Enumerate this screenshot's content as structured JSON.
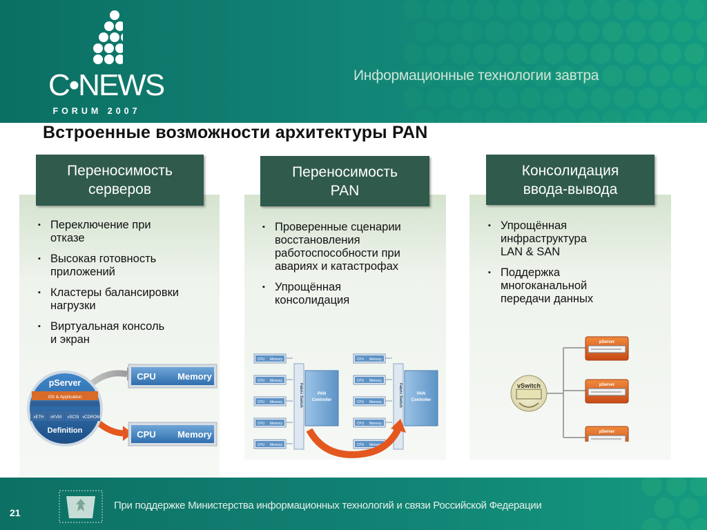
{
  "header": {
    "logo_word": "C•NEWS",
    "logo_sub": "FORUM 2007",
    "slogan": "Информационные технологии завтра"
  },
  "slide": {
    "title": "Встроенные возможности архитектуры PAN"
  },
  "columns": [
    {
      "heading": "Переносимость\nсерверов",
      "bullets": [
        "Переключение при\nотказе",
        "Высокая готовность\nприложений",
        "Кластеры балансировки\nнагрузки",
        "Виртуальная консоль\nи экран"
      ]
    },
    {
      "heading": "Переносимость\nPAN",
      "bullets": [
        "Проверенные сценарии\nвосстановления\nработоспособности при\nавариях и катастрофах",
        "Упрощённая\nконсолидация"
      ]
    },
    {
      "heading": "Консолидация\nввода-вывода",
      "bullets": [
        "Упрощённая\nинфраструктура\nLAN & SAN",
        "Поддержка\nмногоканальной\nпередачи данных"
      ]
    }
  ],
  "diagram_pserver": {
    "title": "pServer",
    "os_label": "OS & Application",
    "ports": [
      "vETH",
      "vKVM",
      "vSCSI",
      "vCDROM"
    ],
    "definition": "Definition",
    "cpu": "CPU",
    "memory": "Memory"
  },
  "diagram_pan": {
    "cpu": "CPU",
    "memory": "Memory",
    "fabric_switch": "Fabric Switch",
    "controller_line1": "PAN",
    "controller_line2": "Controller"
  },
  "diagram_vswitch": {
    "vswitch": "vSwitch",
    "pserver": "pServer"
  },
  "footer": {
    "page_number": "21",
    "support_text": "При поддержке Министерства информационных технологий и связи Российской Федерации"
  },
  "colors": {
    "header_teal": "#118274",
    "heading_box": "#2f5a4c",
    "accent_orange": "#e4571f",
    "card_blue": "#3a7fbf"
  }
}
